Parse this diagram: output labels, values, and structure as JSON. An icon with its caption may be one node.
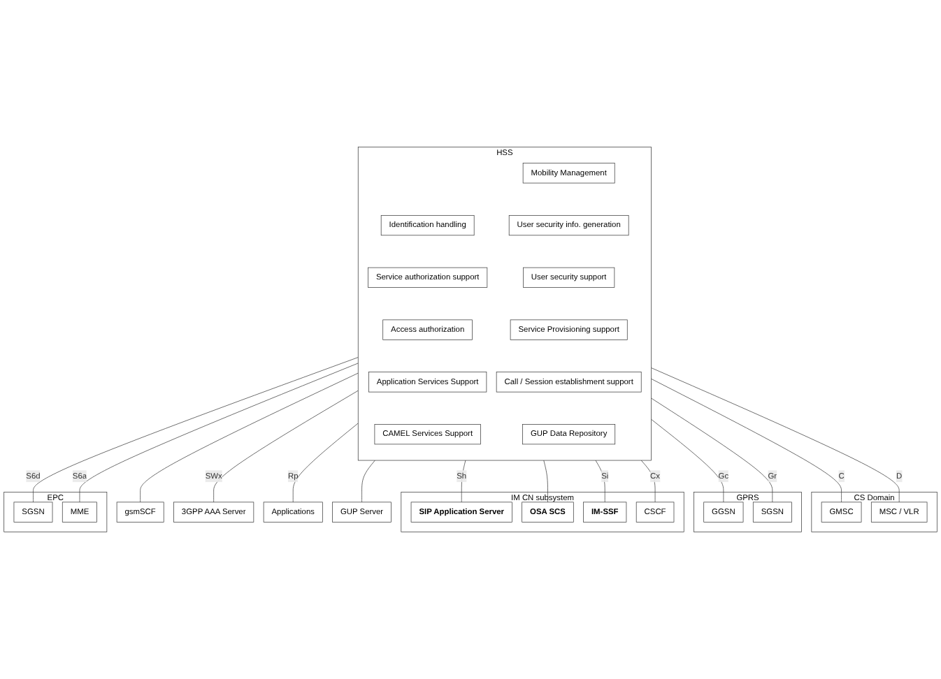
{
  "diagram": {
    "nodes": [
      {
        "text": [
          "HSS"
        ]
      },
      {
        "text": [
          "Mobility Management"
        ],
        "in": 0
      },
      {
        "text": [
          "Identification handling"
        ],
        "in": 0
      },
      {
        "text": [
          "User security info. generation"
        ],
        "in": 0
      },
      {
        "text": [
          "Service authorization support"
        ],
        "in": 0
      },
      {
        "text": [
          "User security support"
        ],
        "in": 0
      },
      {
        "text": [
          "Access authorization"
        ],
        "in": 0
      },
      {
        "text": [
          "Service Provisioning support"
        ],
        "in": 0
      },
      {
        "text": [
          "Application Services Support"
        ],
        "in": 0
      },
      {
        "text": [
          "Call / Session establishment support"
        ],
        "in": 0
      },
      {
        "text": [
          "CAMEL Services Support"
        ],
        "in": 0
      },
      {
        "text": [
          "GUP Data Repository"
        ],
        "in": 0
      },
      {
        "text": [
          "gsmSCF"
        ]
      },
      {
        "text": [
          "CS Domain"
        ]
      },
      {
        "text": [
          "GMSC"
        ],
        "in": 13
      },
      {
        "text": [
          "MSC / VLR"
        ],
        "in": 13
      },
      {
        "text": [
          "GPRS"
        ]
      },
      {
        "text": [
          "GGSN"
        ],
        "in": 16
      },
      {
        "text": [
          "SGSN"
        ],
        "in": 16
      },
      {
        "text": [
          "IM CN subsystem"
        ]
      },
      {
        "text": [
          "SIP Application Server"
        ],
        "in": 19
      },
      {
        "text": [
          "OSA SCS"
        ],
        "in": 19
      },
      {
        "text": [
          "IM-SSF"
        ],
        "in": 19
      },
      {
        "text": [
          "CSCF"
        ],
        "in": 19
      },
      {
        "text": [
          "EPC"
        ]
      },
      {
        "text": [
          "SGSN"
        ],
        "in": 24
      },
      {
        "text": [
          "MME"
        ],
        "in": 24
      },
      {
        "text": [
          "3GPP AAA Server"
        ]
      },
      {
        "text": [
          "Applications"
        ]
      },
      {
        "text": [
          "GUP Server"
        ]
      }
    ],
    "edges": [
      {
        "from": 0,
        "to": 27,
        "arrow": "none",
        "label": "SWx"
      },
      {
        "from": 0,
        "to": 14,
        "arrow": "none",
        "label": "C"
      },
      {
        "from": 0,
        "to": 15,
        "arrow": "none",
        "label": "D"
      },
      {
        "from": 0,
        "to": 25,
        "arrow": "none",
        "label": "S6d"
      },
      {
        "from": 0,
        "to": 12,
        "arrow": "none"
      },
      {
        "from": 0,
        "to": 26,
        "arrow": "none",
        "label": "S6a"
      },
      {
        "from": 0,
        "to": 18,
        "arrow": "none",
        "label": "Gr"
      },
      {
        "from": 0,
        "to": 17,
        "arrow": "none",
        "label": "Gc"
      },
      {
        "from": 0,
        "to": 28,
        "arrow": "none",
        "label": "Rp"
      },
      {
        "from": 0,
        "to": 29,
        "arrow": "none"
      },
      {
        "from": 0,
        "to": 20,
        "arrow": "none",
        "label": "Sh"
      },
      {
        "from": 0,
        "to": 21,
        "arrow": "none"
      },
      {
        "from": 0,
        "to": 22,
        "arrow": "none",
        "label": "Si"
      },
      {
        "from": 0,
        "to": 23,
        "arrow": "none",
        "label": "Cx"
      }
    ]
  }
}
